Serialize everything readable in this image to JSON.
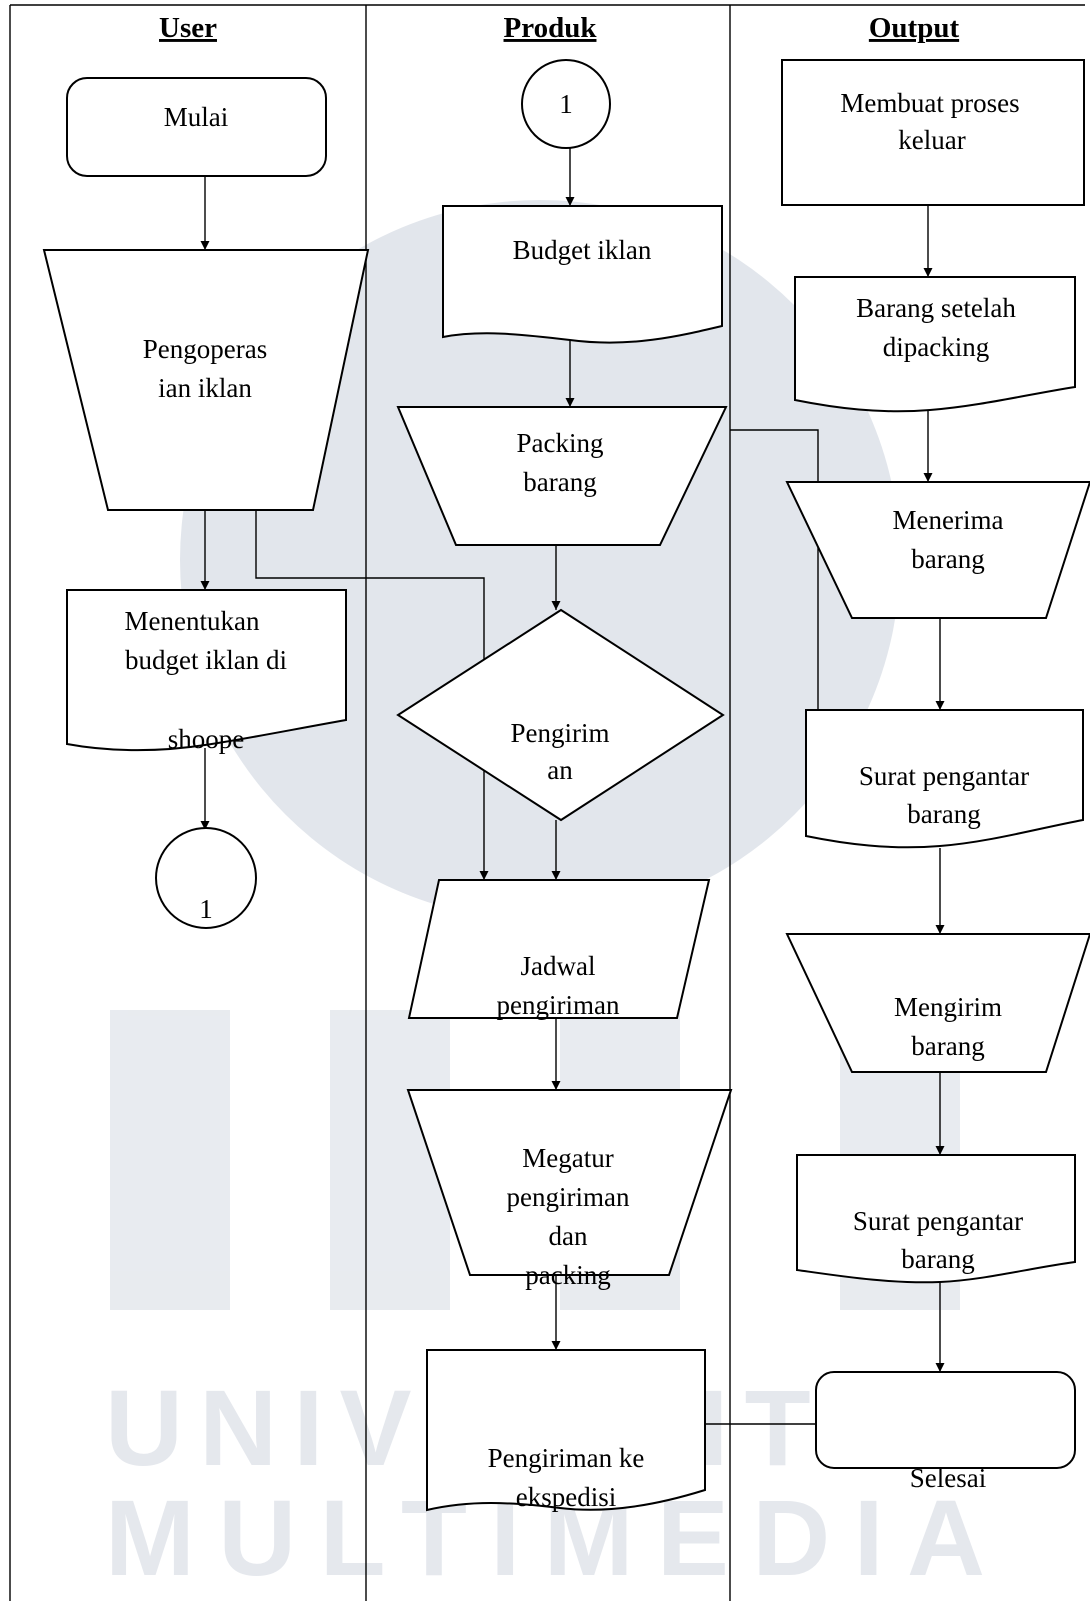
{
  "lanes": {
    "user": "User",
    "produk": "Produk",
    "output": "Output"
  },
  "watermark": {
    "line1": "UNIVERSITAS",
    "line2": "MULTIMEDIA",
    "letters": "UMN"
  },
  "nodes": {
    "mulai": "Mulai",
    "pengoperasian_1": "Pengoperas",
    "pengoperasian_2": "ian iklan",
    "menentukan_1": "Menentukan",
    "menentukan_2": "budget iklan di",
    "menentukan_3": "shoope",
    "connector_user": "1",
    "connector_produk": "1",
    "budget_iklan": "Budget iklan",
    "packing_1": "Packing",
    "packing_2": "barang",
    "pengiriman_decision_1": "Pengirim",
    "pengiriman_decision_2": "an",
    "jadwal_1": "Jadwal",
    "jadwal_2": "pengiriman",
    "megatur_1": "Megatur",
    "megatur_2": "pengiriman",
    "megatur_3": "dan",
    "megatur_4": "packing",
    "ekspedisi_1": "Pengiriman ke",
    "ekspedisi_2": "ekspedisi",
    "proses_keluar_1": "Membuat proses",
    "proses_keluar_2": "keluar",
    "barang_packing_1": "Barang setelah",
    "barang_packing_2": "dipacking",
    "menerima_1": "Menerima",
    "menerima_2": "barang",
    "surat_1_a": "Surat pengantar",
    "surat_1_b": "barang",
    "mengirim_1": "Mengirim",
    "mengirim_2": "barang",
    "surat_2_a": "Surat pengantar",
    "surat_2_b": "barang",
    "selesai": "Selesai"
  }
}
